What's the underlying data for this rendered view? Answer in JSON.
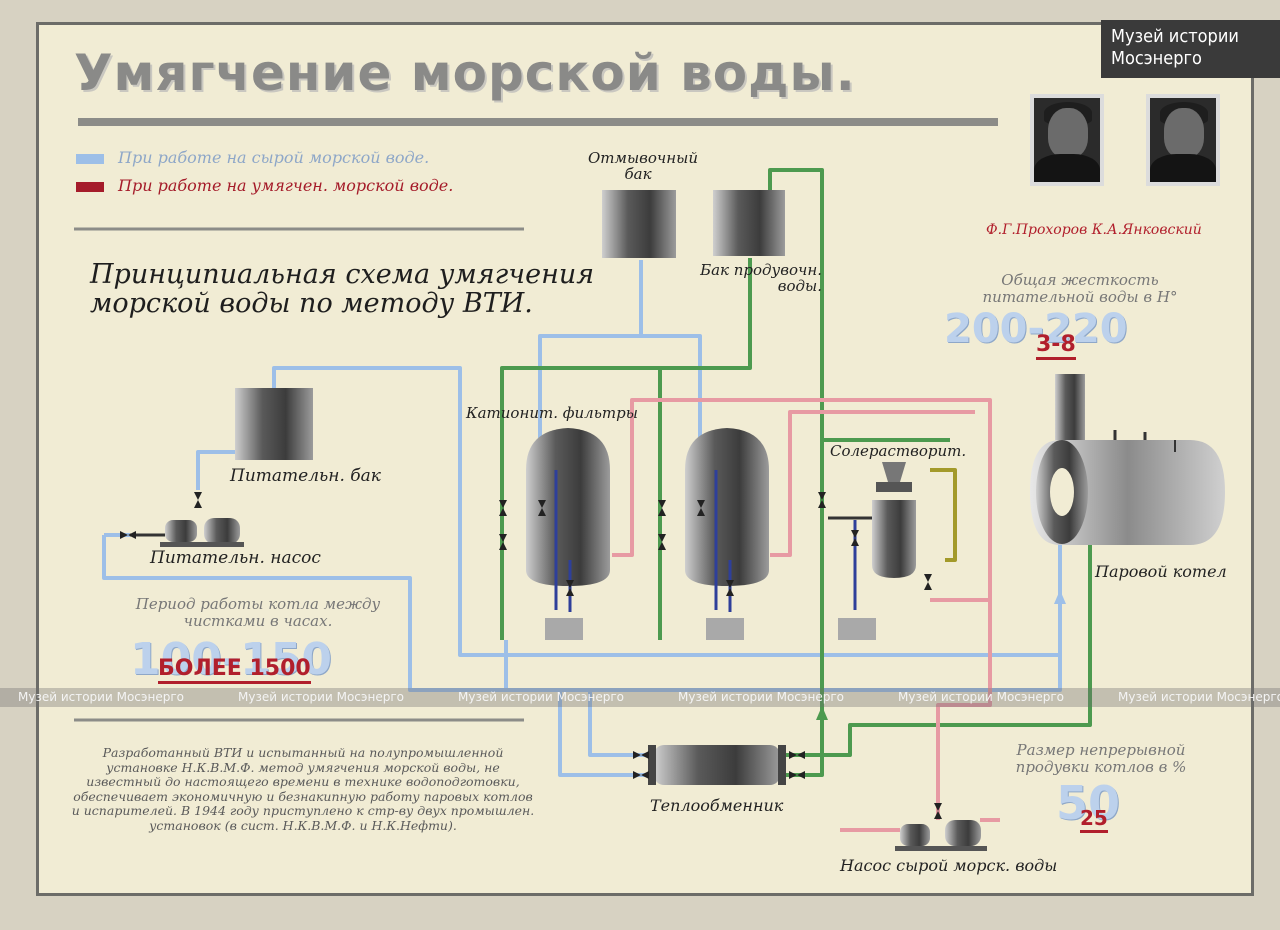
{
  "title": "Умягчение морской воды.",
  "museum_logo": "Музей истории Мосэнерго",
  "legend": {
    "raw": {
      "label": "При работе на сырой морской воде.",
      "color": "#9dbfe8"
    },
    "softened": {
      "label": "При работе на умягчен. морской воде.",
      "color": "#b11f2c"
    }
  },
  "people": {
    "names": "Ф.Г.Прохоров  К.А.Янковский",
    "portraits": [
      "portrait-1",
      "portrait-2"
    ]
  },
  "schema_title": "Принципиальная схема умягчения морской воды по методу ВТИ.",
  "components": {
    "wash_tank": "Отмывочный бак",
    "blowdown_tank": "Бак продувочн. воды.",
    "cation_filters": "Катионит. фильтры",
    "feed_tank": "Питательн. бак",
    "feed_pump": "Питательн. насос",
    "salt_dissolver": "Солерастворит.",
    "boiler": "Паровой котел",
    "heat_exchanger": "Теплообменник",
    "raw_pump": "Насос сырой морск. воды"
  },
  "hardness": {
    "caption": "Общая жесткость питательной воды в Н°",
    "old_value": "200-220",
    "new_value": "3-8"
  },
  "period": {
    "caption": "Период работы котла между чистками в часах.",
    "old_value": "100-150",
    "new_value": "БОЛЕЕ 1500"
  },
  "purge": {
    "caption": "Размер непрерывной продувки котлов в %",
    "old_value": "50",
    "new_value": "25"
  },
  "description": "Разработанный ВТИ и испытанный на полупромышленной установке Н.К.В.М.Ф. метод умягчения морской воды, не известный до настоящего времени в технике водоподготовки, обеспечивает экономичную и безнакипную работу паровых котлов и испарителей. В 1944 году приступлено к стр-ву двух промышлен. установок (в сист. Н.К.В.М.Ф. и Н.К.Нефти).",
  "watermark": [
    "Музей истории Мосэнерго",
    "Музей истории Мосэнерго",
    "Музей истории Мосэнерго",
    "Музей истории Мосэнерго",
    "Музей истории Мосэнерго",
    "Музей истории Мосэнерго"
  ],
  "colors": {
    "raw_line": "#9dbfe8",
    "soft_line": "#e79aa3",
    "green_line": "#4d9a4f",
    "olive_line": "#a39a2a",
    "red_value": "#b11f2c"
  }
}
